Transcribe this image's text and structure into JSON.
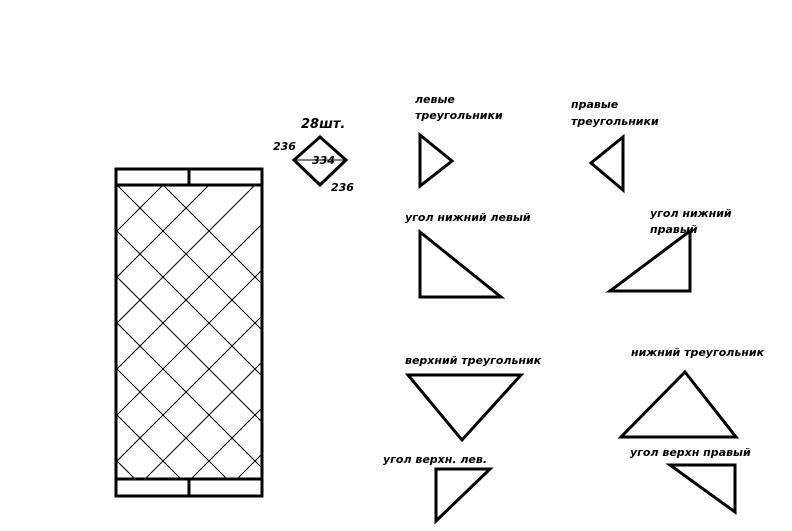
{
  "panel": {
    "tile_count": "28шт.",
    "tile_side_left": "236",
    "tile_diagonal": "334",
    "tile_side_right": "236"
  },
  "shapes": {
    "left_triangles": [
      "левые",
      "треугольники"
    ],
    "right_triangles": [
      "правые",
      "треугольники"
    ],
    "bottom_left_corner": "угол нижний левый",
    "bottom_right_corner": [
      "угол нижний",
      "правый"
    ],
    "top_triangle": "верхний треугольник",
    "bottom_triangle": "нижний треугольник",
    "top_left_corner": "угол верхн. лев.",
    "top_right_corner": "угол верхн правый"
  }
}
